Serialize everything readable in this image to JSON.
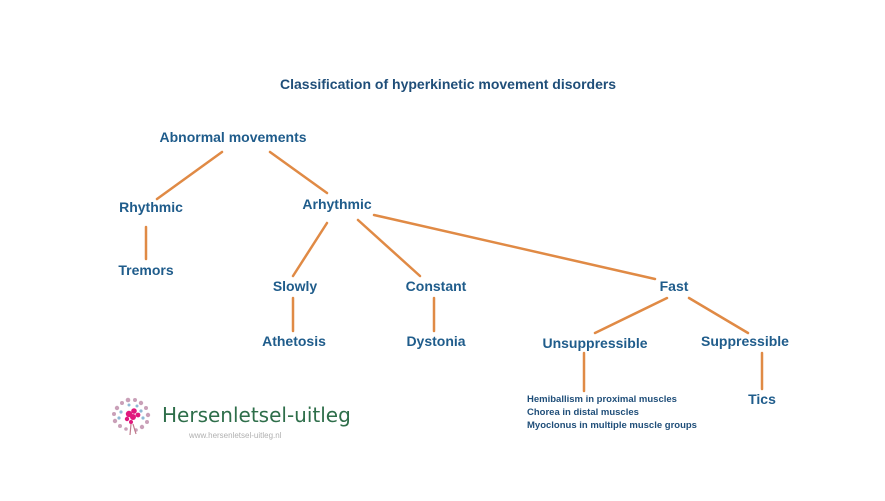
{
  "title": "Classification of hyperkinetic movement disorders",
  "nodes": {
    "abnormal_movements": "Abnormal movements",
    "rhythmic": "Rhythmic",
    "arhythmic": "Arhythmic",
    "tremors": "Tremors",
    "slowly": "Slowly",
    "constant": "Constant",
    "fast": "Fast",
    "athetosis": "Athetosis",
    "dystonia": "Dystonia",
    "unsuppressible": "Unsuppressible",
    "suppressible": "Suppressible",
    "tics": "Tics"
  },
  "unsuppressible_details": [
    "Hemiballism in proximal muscles",
    "Chorea in distal muscles",
    "Myoclonus in multiple muscle groups"
  ],
  "logo": {
    "name": "Hersenletsel-uitleg",
    "url": "www.hersenletsel-uitleg.nl"
  },
  "colors": {
    "edge": "#e08a45",
    "node_text": "#1f5c8b",
    "logo_text": "#2e6e4a",
    "logo_accent": "#e0197d"
  }
}
